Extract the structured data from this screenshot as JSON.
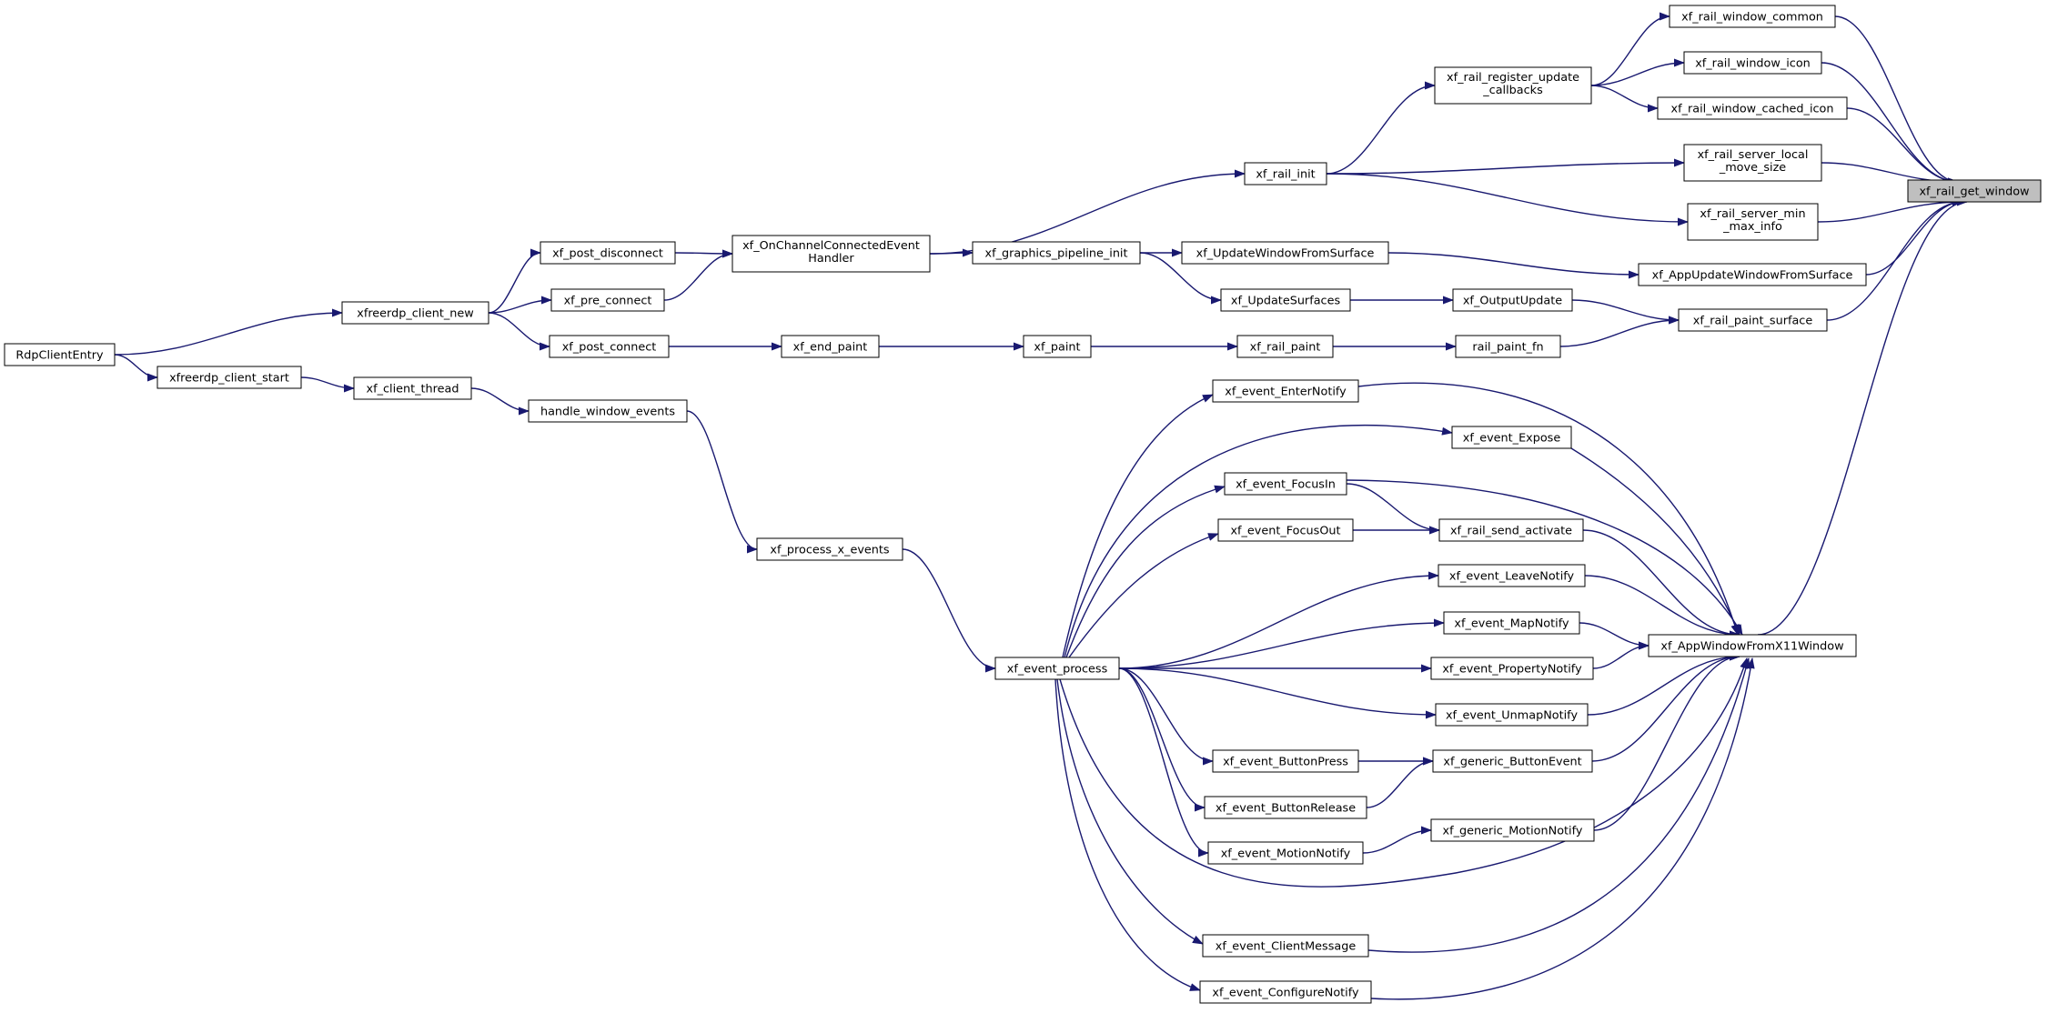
{
  "graph": {
    "root": "xf_rail_get_window",
    "edge_color": "#191970",
    "root_fill": "#bfbfbf",
    "node_fill": "#ffffff",
    "nodes": [
      {
        "id": "xf_rail_get_window",
        "lines": [
          "xf_rail_get_window"
        ]
      },
      {
        "id": "xf_rail_window_common",
        "lines": [
          "xf_rail_window_common"
        ]
      },
      {
        "id": "xf_rail_window_icon",
        "lines": [
          "xf_rail_window_icon"
        ]
      },
      {
        "id": "xf_rail_window_cached_icon",
        "lines": [
          "xf_rail_window_cached_icon"
        ]
      },
      {
        "id": "xf_rail_server_local_move_size",
        "lines": [
          "xf_rail_server_local",
          "_move_size"
        ]
      },
      {
        "id": "xf_rail_server_min_max_info",
        "lines": [
          "xf_rail_server_min",
          "_max_info"
        ]
      },
      {
        "id": "xf_AppUpdateWindowFromSurface",
        "lines": [
          "xf_AppUpdateWindowFromSurface"
        ]
      },
      {
        "id": "xf_rail_paint_surface",
        "lines": [
          "xf_rail_paint_surface"
        ]
      },
      {
        "id": "xf_AppWindowFromX11Window",
        "lines": [
          "xf_AppWindowFromX11Window"
        ]
      },
      {
        "id": "xf_rail_register_update_callbacks",
        "lines": [
          "xf_rail_register_update",
          "_callbacks"
        ]
      },
      {
        "id": "xf_rail_init",
        "lines": [
          "xf_rail_init"
        ]
      },
      {
        "id": "xf_UpdateWindowFromSurface",
        "lines": [
          "xf_UpdateWindowFromSurface"
        ]
      },
      {
        "id": "xf_OutputUpdate",
        "lines": [
          "xf_OutputUpdate"
        ]
      },
      {
        "id": "rail_paint_fn",
        "lines": [
          "rail_paint_fn"
        ]
      },
      {
        "id": "xf_UpdateSurfaces",
        "lines": [
          "xf_UpdateSurfaces"
        ]
      },
      {
        "id": "xf_rail_paint",
        "lines": [
          "xf_rail_paint"
        ]
      },
      {
        "id": "xf_paint",
        "lines": [
          "xf_paint"
        ]
      },
      {
        "id": "xf_end_paint",
        "lines": [
          "xf_end_paint"
        ]
      },
      {
        "id": "xf_graphics_pipeline_init",
        "lines": [
          "xf_graphics_pipeline_init"
        ]
      },
      {
        "id": "xf_OnChannelConnectedEventHandler",
        "lines": [
          "xf_OnChannelConnectedEvent",
          "Handler"
        ]
      },
      {
        "id": "xf_post_disconnect",
        "lines": [
          "xf_post_disconnect"
        ]
      },
      {
        "id": "xf_pre_connect",
        "lines": [
          "xf_pre_connect"
        ]
      },
      {
        "id": "xf_post_connect",
        "lines": [
          "xf_post_connect"
        ]
      },
      {
        "id": "xfreerdp_client_new",
        "lines": [
          "xfreerdp_client_new"
        ]
      },
      {
        "id": "RdpClientEntry",
        "lines": [
          "RdpClientEntry"
        ]
      },
      {
        "id": "xfreerdp_client_start",
        "lines": [
          "xfreerdp_client_start"
        ]
      },
      {
        "id": "xf_client_thread",
        "lines": [
          "xf_client_thread"
        ]
      },
      {
        "id": "handle_window_events",
        "lines": [
          "handle_window_events"
        ]
      },
      {
        "id": "xf_process_x_events",
        "lines": [
          "xf_process_x_events"
        ]
      },
      {
        "id": "xf_event_process",
        "lines": [
          "xf_event_process"
        ]
      },
      {
        "id": "xf_event_EnterNotify",
        "lines": [
          "xf_event_EnterNotify"
        ]
      },
      {
        "id": "xf_event_Expose",
        "lines": [
          "xf_event_Expose"
        ]
      },
      {
        "id": "xf_event_FocusIn",
        "lines": [
          "xf_event_FocusIn"
        ]
      },
      {
        "id": "xf_event_FocusOut",
        "lines": [
          "xf_event_FocusOut"
        ]
      },
      {
        "id": "xf_rail_send_activate",
        "lines": [
          "xf_rail_send_activate"
        ]
      },
      {
        "id": "xf_event_LeaveNotify",
        "lines": [
          "xf_event_LeaveNotify"
        ]
      },
      {
        "id": "xf_event_MapNotify",
        "lines": [
          "xf_event_MapNotify"
        ]
      },
      {
        "id": "xf_event_PropertyNotify",
        "lines": [
          "xf_event_PropertyNotify"
        ]
      },
      {
        "id": "xf_event_UnmapNotify",
        "lines": [
          "xf_event_UnmapNotify"
        ]
      },
      {
        "id": "xf_event_ButtonPress",
        "lines": [
          "xf_event_ButtonPress"
        ]
      },
      {
        "id": "xf_generic_ButtonEvent",
        "lines": [
          "xf_generic_ButtonEvent"
        ]
      },
      {
        "id": "xf_event_ButtonRelease",
        "lines": [
          "xf_event_ButtonRelease"
        ]
      },
      {
        "id": "xf_event_MotionNotify",
        "lines": [
          "xf_event_MotionNotify"
        ]
      },
      {
        "id": "xf_generic_MotionNotify",
        "lines": [
          "xf_generic_MotionNotify"
        ]
      },
      {
        "id": "xf_event_ClientMessage",
        "lines": [
          "xf_event_ClientMessage"
        ]
      },
      {
        "id": "xf_event_ConfigureNotify",
        "lines": [
          "xf_event_ConfigureNotify"
        ]
      }
    ],
    "edges": [
      {
        "from": "xf_rail_window_common",
        "to": "xf_rail_get_window"
      },
      {
        "from": "xf_rail_window_icon",
        "to": "xf_rail_get_window"
      },
      {
        "from": "xf_rail_window_cached_icon",
        "to": "xf_rail_get_window"
      },
      {
        "from": "xf_rail_server_local_move_size",
        "to": "xf_rail_get_window"
      },
      {
        "from": "xf_rail_server_min_max_info",
        "to": "xf_rail_get_window"
      },
      {
        "from": "xf_AppUpdateWindowFromSurface",
        "to": "xf_rail_get_window"
      },
      {
        "from": "xf_rail_paint_surface",
        "to": "xf_rail_get_window"
      },
      {
        "from": "xf_AppWindowFromX11Window",
        "to": "xf_rail_get_window"
      },
      {
        "from": "xf_rail_register_update_callbacks",
        "to": "xf_rail_window_common"
      },
      {
        "from": "xf_rail_register_update_callbacks",
        "to": "xf_rail_window_icon"
      },
      {
        "from": "xf_rail_register_update_callbacks",
        "to": "xf_rail_window_cached_icon"
      },
      {
        "from": "xf_rail_init",
        "to": "xf_rail_register_update_callbacks"
      },
      {
        "from": "xf_rail_init",
        "to": "xf_rail_server_local_move_size"
      },
      {
        "from": "xf_rail_init",
        "to": "xf_rail_server_min_max_info"
      },
      {
        "from": "xf_OnChannelConnectedEventHandler",
        "to": "xf_rail_init"
      },
      {
        "from": "xf_post_disconnect",
        "to": "xf_OnChannelConnectedEventHandler"
      },
      {
        "from": "xf_pre_connect",
        "to": "xf_OnChannelConnectedEventHandler"
      },
      {
        "from": "xfreerdp_client_new",
        "to": "xf_post_disconnect"
      },
      {
        "from": "xfreerdp_client_new",
        "to": "xf_pre_connect"
      },
      {
        "from": "xfreerdp_client_new",
        "to": "xf_post_connect"
      },
      {
        "from": "RdpClientEntry",
        "to": "xfreerdp_client_new"
      },
      {
        "from": "RdpClientEntry",
        "to": "xfreerdp_client_start"
      },
      {
        "from": "xfreerdp_client_start",
        "to": "xf_client_thread"
      },
      {
        "from": "xf_client_thread",
        "to": "handle_window_events"
      },
      {
        "from": "handle_window_events",
        "to": "xf_process_x_events"
      },
      {
        "from": "xf_process_x_events",
        "to": "xf_event_process"
      },
      {
        "from": "xf_OnChannelConnectedEventHandler",
        "to": "xf_graphics_pipeline_init"
      },
      {
        "from": "xf_graphics_pipeline_init",
        "to": "xf_UpdateWindowFromSurface"
      },
      {
        "from": "xf_graphics_pipeline_init",
        "to": "xf_UpdateSurfaces"
      },
      {
        "from": "xf_UpdateWindowFromSurface",
        "to": "xf_AppUpdateWindowFromSurface"
      },
      {
        "from": "xf_UpdateSurfaces",
        "to": "xf_OutputUpdate"
      },
      {
        "from": "xf_OutputUpdate",
        "to": "xf_rail_paint_surface"
      },
      {
        "from": "rail_paint_fn",
        "to": "xf_rail_paint_surface"
      },
      {
        "from": "xf_rail_paint",
        "to": "rail_paint_fn"
      },
      {
        "from": "xf_paint",
        "to": "xf_rail_paint"
      },
      {
        "from": "xf_end_paint",
        "to": "xf_paint"
      },
      {
        "from": "xf_post_connect",
        "to": "xf_end_paint"
      },
      {
        "from": "xf_event_process",
        "to": "xf_event_EnterNotify"
      },
      {
        "from": "xf_event_process",
        "to": "xf_event_Expose"
      },
      {
        "from": "xf_event_process",
        "to": "xf_event_FocusIn"
      },
      {
        "from": "xf_event_process",
        "to": "xf_event_FocusOut"
      },
      {
        "from": "xf_event_process",
        "to": "xf_event_LeaveNotify"
      },
      {
        "from": "xf_event_process",
        "to": "xf_event_MapNotify"
      },
      {
        "from": "xf_event_process",
        "to": "xf_event_PropertyNotify"
      },
      {
        "from": "xf_event_process",
        "to": "xf_event_UnmapNotify"
      },
      {
        "from": "xf_event_process",
        "to": "xf_event_ButtonPress"
      },
      {
        "from": "xf_event_process",
        "to": "xf_event_ButtonRelease"
      },
      {
        "from": "xf_event_process",
        "to": "xf_event_MotionNotify"
      },
      {
        "from": "xf_event_process",
        "to": "xf_event_ClientMessage"
      },
      {
        "from": "xf_event_process",
        "to": "xf_event_ConfigureNotify"
      },
      {
        "from": "xf_event_process",
        "to": "xf_AppWindowFromX11Window"
      },
      {
        "from": "xf_event_FocusIn",
        "to": "xf_rail_send_activate"
      },
      {
        "from": "xf_event_FocusOut",
        "to": "xf_rail_send_activate"
      },
      {
        "from": "xf_event_ButtonPress",
        "to": "xf_generic_ButtonEvent"
      },
      {
        "from": "xf_event_ButtonRelease",
        "to": "xf_generic_ButtonEvent"
      },
      {
        "from": "xf_event_MotionNotify",
        "to": "xf_generic_MotionNotify"
      },
      {
        "from": "xf_event_EnterNotify",
        "to": "xf_AppWindowFromX11Window"
      },
      {
        "from": "xf_event_Expose",
        "to": "xf_AppWindowFromX11Window"
      },
      {
        "from": "xf_event_FocusIn",
        "to": "xf_AppWindowFromX11Window"
      },
      {
        "from": "xf_rail_send_activate",
        "to": "xf_AppWindowFromX11Window"
      },
      {
        "from": "xf_event_LeaveNotify",
        "to": "xf_AppWindowFromX11Window"
      },
      {
        "from": "xf_event_MapNotify",
        "to": "xf_AppWindowFromX11Window"
      },
      {
        "from": "xf_event_PropertyNotify",
        "to": "xf_AppWindowFromX11Window"
      },
      {
        "from": "xf_event_UnmapNotify",
        "to": "xf_AppWindowFromX11Window"
      },
      {
        "from": "xf_generic_ButtonEvent",
        "to": "xf_AppWindowFromX11Window"
      },
      {
        "from": "xf_generic_MotionNotify",
        "to": "xf_AppWindowFromX11Window"
      },
      {
        "from": "xf_event_ClientMessage",
        "to": "xf_AppWindowFromX11Window"
      },
      {
        "from": "xf_event_ConfigureNotify",
        "to": "xf_AppWindowFromX11Window"
      }
    ]
  }
}
